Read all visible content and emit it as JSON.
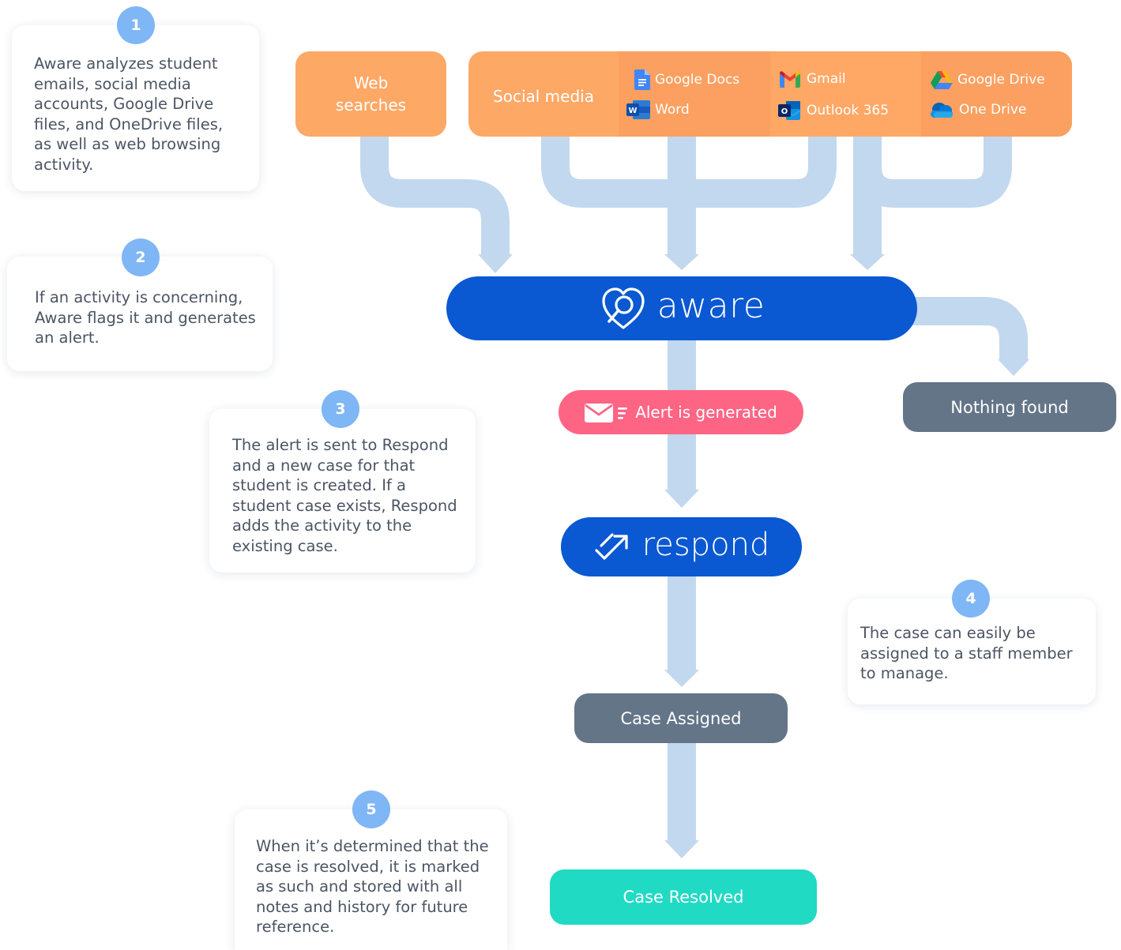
{
  "steps": [
    {
      "number": "1",
      "text": "Aware analyzes student emails, social media accounts, Google Drive files, and OneDrive files, as well as web browsing activity."
    },
    {
      "number": "2",
      "text": "If an activity is concerning, Aware flags it and generates an alert."
    },
    {
      "number": "3",
      "text": "The alert is sent to Respond and a new case for that student is created. If a student case exists, Respond adds the activity to the existing case."
    },
    {
      "number": "4",
      "text": "The case can easily be assigned to a staff member to manage."
    },
    {
      "number": "5",
      "text": "When it’s determined that the case is resolved, it is marked as such and stored with all notes and history for future reference."
    }
  ],
  "sources": {
    "web_searches": "Web searches",
    "social_media": "Social media",
    "google_docs": "Google Docs",
    "word": "Word",
    "gmail": "Gmail",
    "outlook": "Outlook 365",
    "google_drive": "Google Drive",
    "one_drive": "One Drive"
  },
  "nodes": {
    "aware": "aware",
    "alert": "Alert is generated",
    "respond": "respond",
    "nothing_found": "Nothing found",
    "case_assigned": "Case Assigned",
    "case_resolved": "Case Resolved"
  },
  "colors": {
    "arrow": "#c2d8ee",
    "orange": "#fea866",
    "aware_blue": "#0a58d2",
    "alert_pink": "#fe6585",
    "slate": "#647588",
    "teal": "#20dac4",
    "badge_blue": "#7fb6f5"
  }
}
